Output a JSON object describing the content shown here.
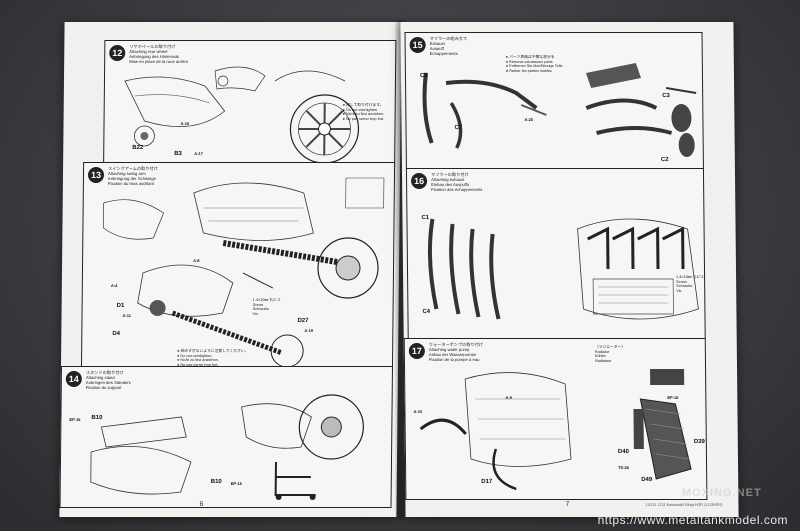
{
  "left_page": {
    "page_number": "6",
    "steps": [
      {
        "num": "12",
        "title": "リヤホイールの取り付け\nAttaching rear wheel\nAnbringung des Hinterrads\nMise en place de la roue arrière",
        "labels": [
          "B22",
          "B3",
          "A-16",
          "A-17"
        ],
        "note": "● 回して取り付けます。\n● Do not overtighten.\n● Nicht zu fest anziehen.\n● Ne pas serrer trop fort."
      },
      {
        "num": "13",
        "title": "スイングアームの取り付け\nAttaching swing arm\nAnbringung der Schwinge\nFixation du bras oscillant",
        "labels": [
          "D1",
          "D4",
          "D27",
          "A-19",
          "A-11",
          "A-8",
          "A-4"
        ],
        "note_screw": "1.4×10㎜ 丸ビス\nScrew\nSchraube\nVis",
        "note_tight": "● 締めすぎないように注意してください。\n● Do not overtighten.\n● Nicht zu fest anziehen.\n● Ne pas serrer trop fort."
      },
      {
        "num": "14",
        "title": "スタンドの取り付け\nAttaching stand\nAnbringen des Ständers\nFixation du support",
        "labels": [
          "EP-16",
          "B10",
          "B10",
          "EP-16"
        ]
      }
    ]
  },
  "right_page": {
    "page_number": "7",
    "footer": "14131 1/12 Kawasaki Ninja H2R (1/12H2R)",
    "steps": [
      {
        "num": "15",
        "title": "マフラーの組み立て\nExhaust\nAuspuff\nEchappements",
        "labels": [
          "C5",
          "C7",
          "C3",
          "C2",
          "A-20"
        ],
        "note": "● パーツ表面は不要な部分を\n● Remove extraneous parts\n● Entfernen Sie überflüssige Teile\n● Retirer les parties inutiles"
      },
      {
        "num": "16",
        "title": "マフラーの取り付け\nAttaching exhaust\nEinbau des Auspuffs\nFixation des échappements",
        "labels": [
          "C1",
          "C4"
        ],
        "note": "1.4×10㎜ 丸ビス\nScrew\nSchraube\nVis"
      },
      {
        "num": "17",
        "title": "ウォーターポンプの取り付け\nAttaching water pump\nAnbau der Wasserpumpe\nFixation de la pompe à eau",
        "labels": [
          "D17",
          "D40",
          "D49",
          "D39",
          "A-10",
          "A-9",
          "EP-16",
          "TS-26"
        ],
        "subtitle": "〈ラジエーター〉\nRadiator\nKühler\nRadiateur"
      }
    ]
  },
  "watermark_logo": "MOXING.NET",
  "watermark_url": "https://www.metaltankmodel.com"
}
